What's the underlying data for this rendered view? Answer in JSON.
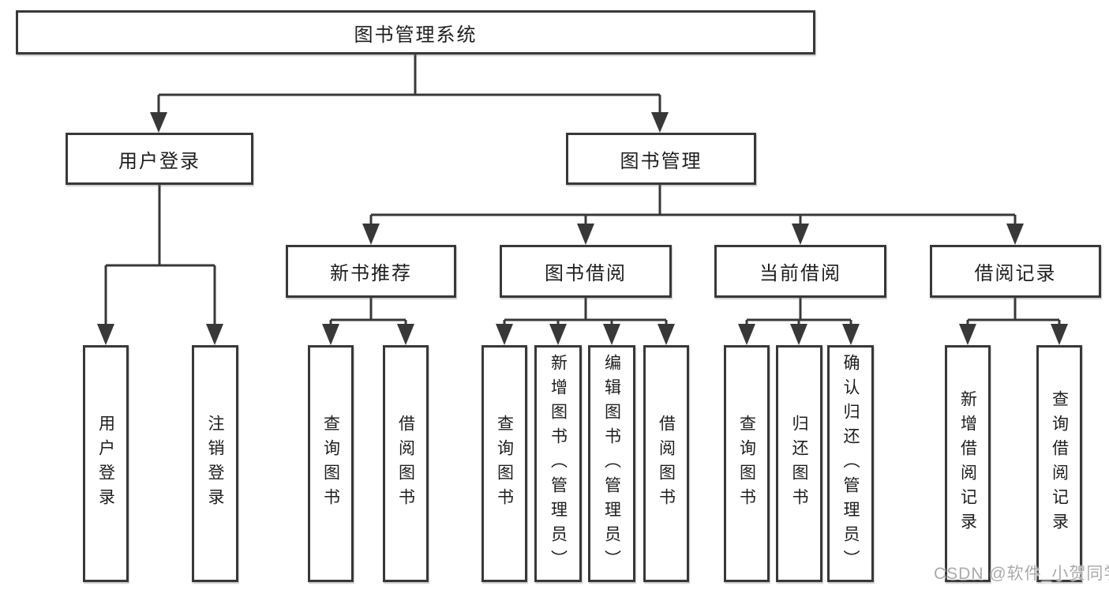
{
  "diagram": {
    "root": {
      "label": "图书管理系统"
    },
    "level2": [
      {
        "label": "用户登录"
      },
      {
        "label": "图书管理"
      }
    ],
    "level3": [
      {
        "label": "新书推荐"
      },
      {
        "label": "图书借阅"
      },
      {
        "label": "当前借阅"
      },
      {
        "label": "借阅记录"
      }
    ],
    "leaves": [
      {
        "label": "用户登录"
      },
      {
        "label": "注销登录"
      },
      {
        "label": "查询图书"
      },
      {
        "label": "借阅图书"
      },
      {
        "label": "查询图书"
      },
      {
        "label": "新增图书（管理员）"
      },
      {
        "label": "编辑图书（管理员）"
      },
      {
        "label": "借阅图书"
      },
      {
        "label": "查询图书"
      },
      {
        "label": "归还图书"
      },
      {
        "label": "确认归还（管理员）"
      },
      {
        "label": "新增借阅记录"
      },
      {
        "label": "查询借阅记录"
      }
    ]
  },
  "watermark": {
    "text": "CSDN @软件_小贺同学"
  },
  "colors": {
    "line": "#383838",
    "background": "#ffffff",
    "text": "#1e1e1e",
    "watermark": "#ababab"
  }
}
